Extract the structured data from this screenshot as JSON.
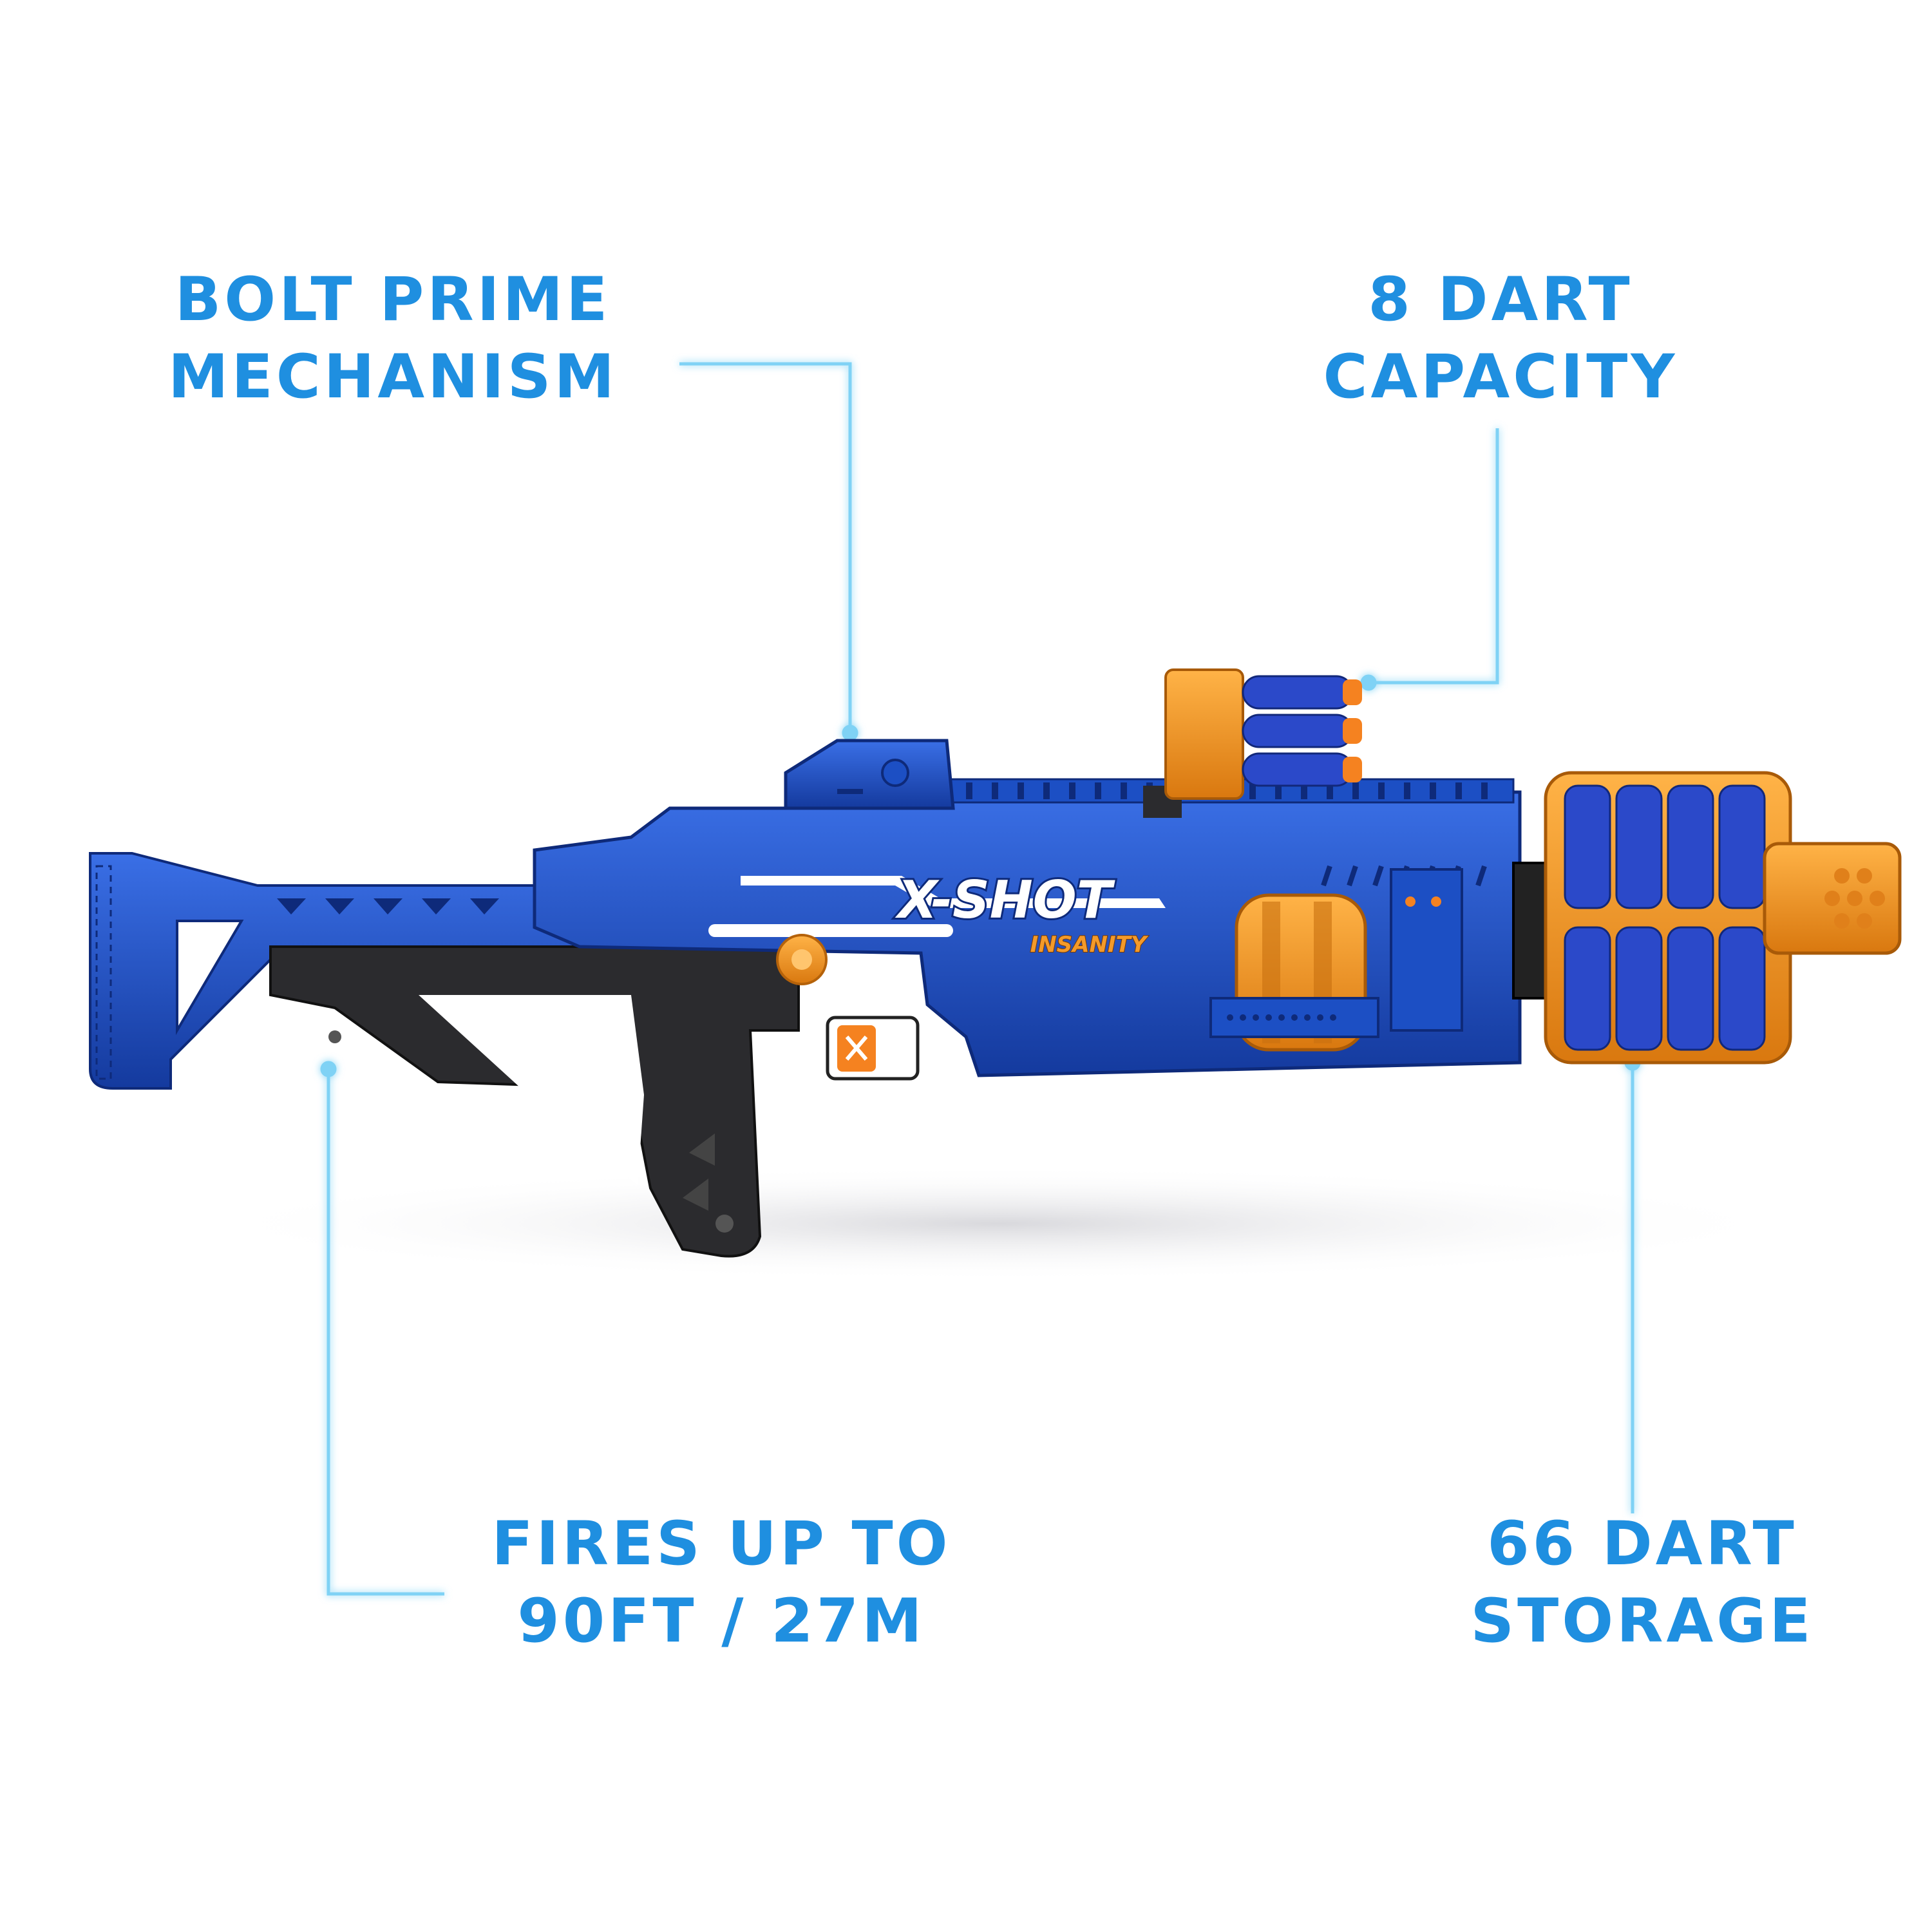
{
  "colors": {
    "label_text": "#1f8fe0",
    "callout_line": "#7fd2f5",
    "blaster_blue": "#1c4fc4",
    "blaster_blue_dark": "#10308a",
    "blaster_orange": "#f39a2a",
    "grip_black": "#2b2b2e",
    "dart_blue": "#2b49c9"
  },
  "callouts": {
    "bolt": {
      "line1": "BOLT PRIME",
      "line2": "MECHANISM"
    },
    "capacity": {
      "line1": "8 DART",
      "line2": "CAPACITY"
    },
    "range": {
      "line1": "FIRES UP TO",
      "line2": "90FT / 27M"
    },
    "storage": {
      "line1": "66 DART",
      "line2": "STORAGE"
    }
  },
  "product": {
    "logo_text": "X-SHOT",
    "logo_subtext": "INSANITY",
    "icons": [
      "bolt-handle-icon",
      "trigger-icon",
      "dart-drum-icon",
      "cylinder-icon"
    ]
  }
}
